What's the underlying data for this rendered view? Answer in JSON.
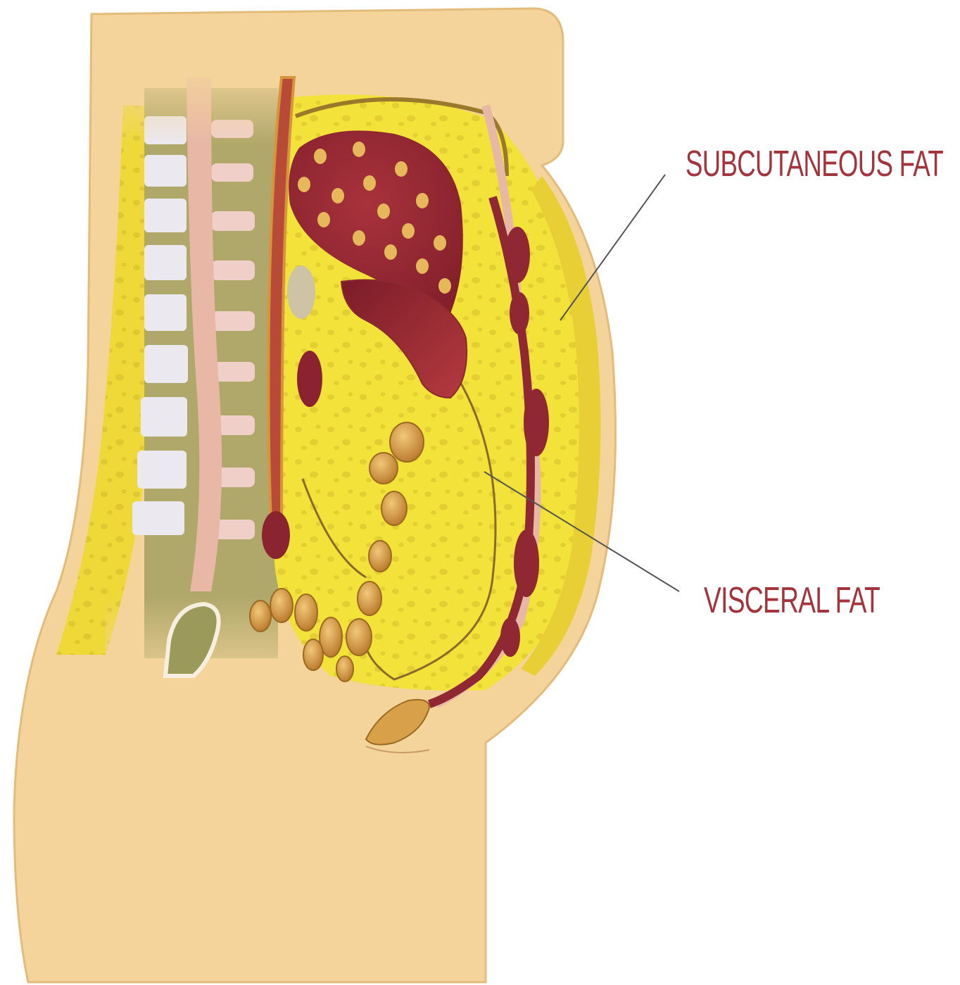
{
  "labels": {
    "subcutaneous": "SUBCUTANEOUS FAT",
    "visceral": "VISCERAL FAT"
  },
  "colors": {
    "background": "#ffffff",
    "skin": "#f4d49a",
    "skin_edge": "#e3bc7c",
    "subcutaneous_fat": "#eeda3a",
    "visceral_fat": "#f2e23a",
    "fat_dots": "#dcc52c",
    "organ_red": "#9b2b35",
    "organ_red_dark": "#7e1f2a",
    "vessel": "#b84a3a",
    "spine_body": "#e8e3ee",
    "spine_disc": "#b8b27a",
    "spinal_cord": "#e8b6a4",
    "intestine": "#c58a3a",
    "intestine_light": "#e0b060",
    "label_text": "#a4343c",
    "leader_line": "#555555"
  },
  "icons": {
    "main_figure": "torso-sagittal-cross-section"
  }
}
